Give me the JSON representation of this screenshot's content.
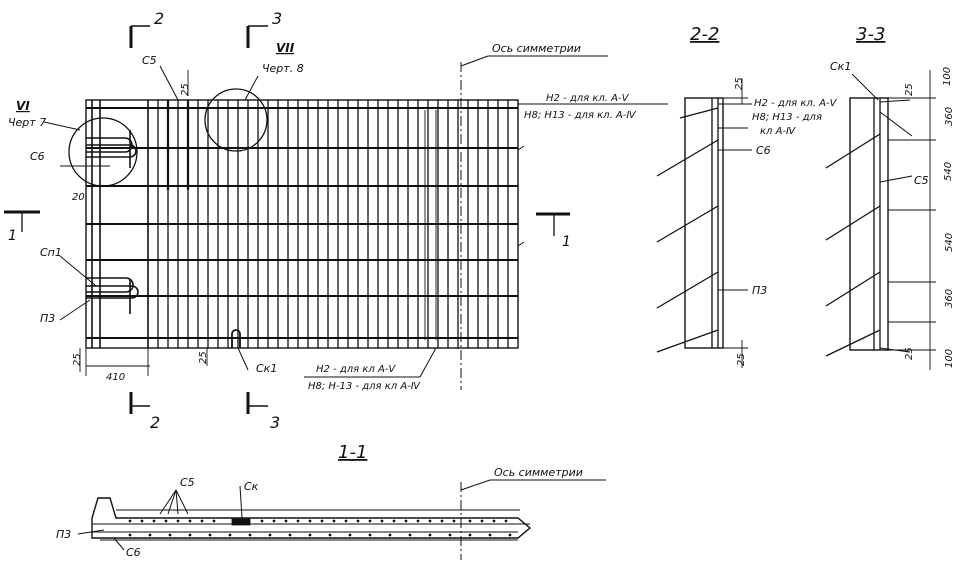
{
  "plan": {
    "axis_label": "Ось симметрии",
    "cut_2_top": "2",
    "cut_3_top": "3",
    "cut_2_bottom": "2",
    "cut_3_bottom": "3",
    "cut_1_left": "1",
    "cut_1_right": "1",
    "node_vii_numeral": "VII",
    "node_vii_ref": "Черт. 8",
    "node_vi_numeral": "VI",
    "node_vi_ref": "Черт 7",
    "c5": "С5",
    "c6": "С6",
    "sp1": "Сп1",
    "p3": "П3",
    "sk1": "Ск1",
    "dim_25_top": "25",
    "dim_20": "20",
    "dim_25_left": "25",
    "dim_410": "410",
    "dim_25_bottom": "25",
    "note_top_line1": "Н2 - для кл. А-Ⅴ",
    "note_top_line2": "Н8; Н13 - для кл. А-Ⅳ",
    "note_bottom_line1": "Н2 - для кл А-Ⅴ",
    "note_bottom_line2": "Н8; Н-13 - для кл А-Ⅳ"
  },
  "section_2_2": {
    "title": "2-2",
    "note_line1": "Н2 - для кл. А-Ⅴ",
    "note_line2": "Н8; Н13 - для",
    "note_line3": "кл А-Ⅳ",
    "c6": "С6",
    "p3": "П3",
    "dim_top": "25",
    "dim_bottom": "25"
  },
  "section_3_3": {
    "title": "3-3",
    "sk1": "Ск1",
    "c5": "С5",
    "dim_25_top": "25",
    "dim_25_bottom": "25",
    "dims": [
      "100",
      "360",
      "540",
      "540",
      "360",
      "100"
    ]
  },
  "section_1_1": {
    "title": "1-1",
    "axis_label": "Ось симметрии",
    "c5": "С5",
    "sk": "Ск",
    "p3": "П3",
    "c6": "С6"
  }
}
